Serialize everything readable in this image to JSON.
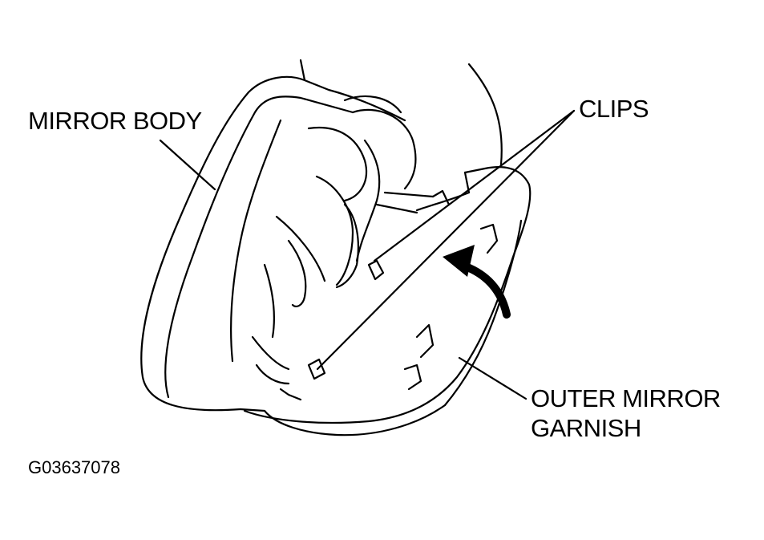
{
  "labels": {
    "mirror_body": "MIRROR BODY",
    "clips": "CLIPS",
    "outer_mirror_garnish_line1": "OUTER MIRROR",
    "outer_mirror_garnish_line2": "GARNISH"
  },
  "figure_code": "G03637078",
  "colors": {
    "ink": "#000000",
    "background": "#ffffff"
  }
}
